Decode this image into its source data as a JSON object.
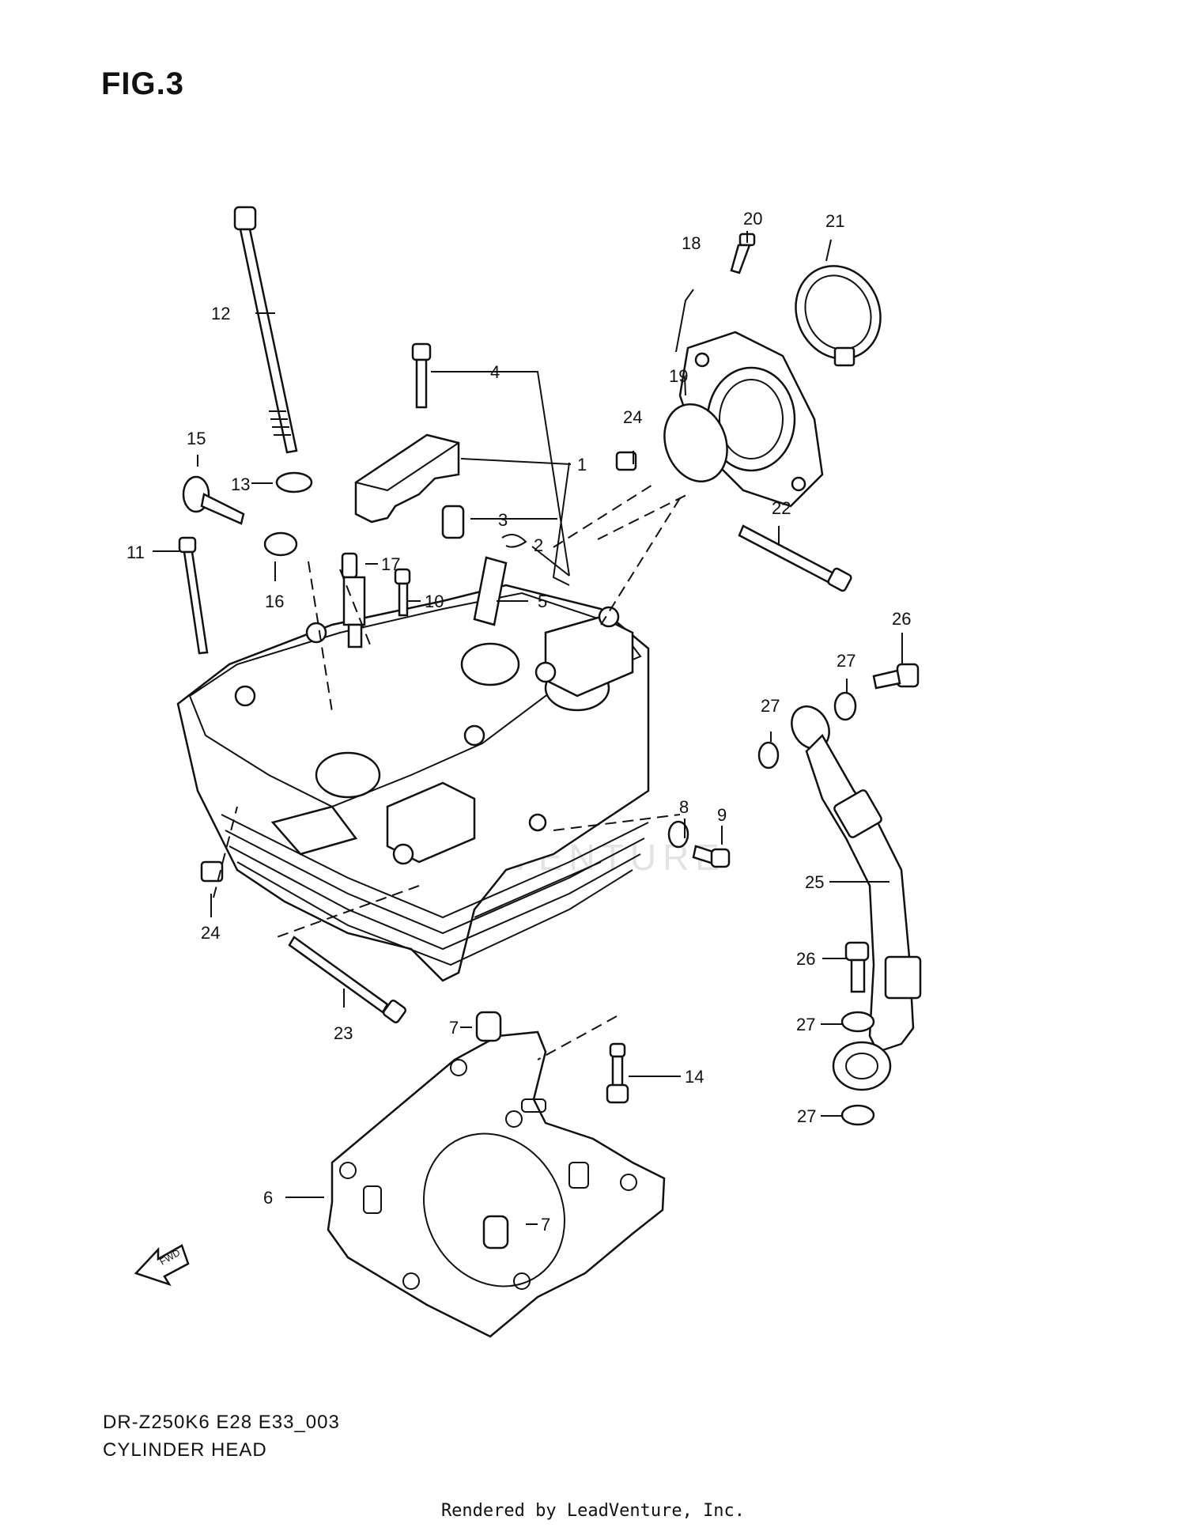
{
  "figure": {
    "title": "FIG.3",
    "model_code": "DR-Z250K6 E28 E33_003",
    "section_name": "CYLINDER HEAD",
    "credit": "Rendered by LeadVenture, Inc.",
    "watermark": "LEADVENTURE",
    "fwd_label": "FWD"
  },
  "callouts": {
    "c1": "1",
    "c2": "2",
    "c3": "3",
    "c4": "4",
    "c5": "5",
    "c6": "6",
    "c7a": "7",
    "c7b": "7",
    "c8": "8",
    "c9": "9",
    "c10": "10",
    "c11": "11",
    "c12": "12",
    "c13": "13",
    "c14": "14",
    "c15": "15",
    "c16": "16",
    "c17": "17",
    "c18": "18",
    "c19": "19",
    "c20": "20",
    "c21": "21",
    "c22": "22",
    "c23": "23",
    "c24a": "24",
    "c24b": "24",
    "c25": "25",
    "c26a": "26",
    "c26b": "26",
    "c27a": "27",
    "c27b": "27",
    "c27c": "27",
    "c27d": "27"
  }
}
